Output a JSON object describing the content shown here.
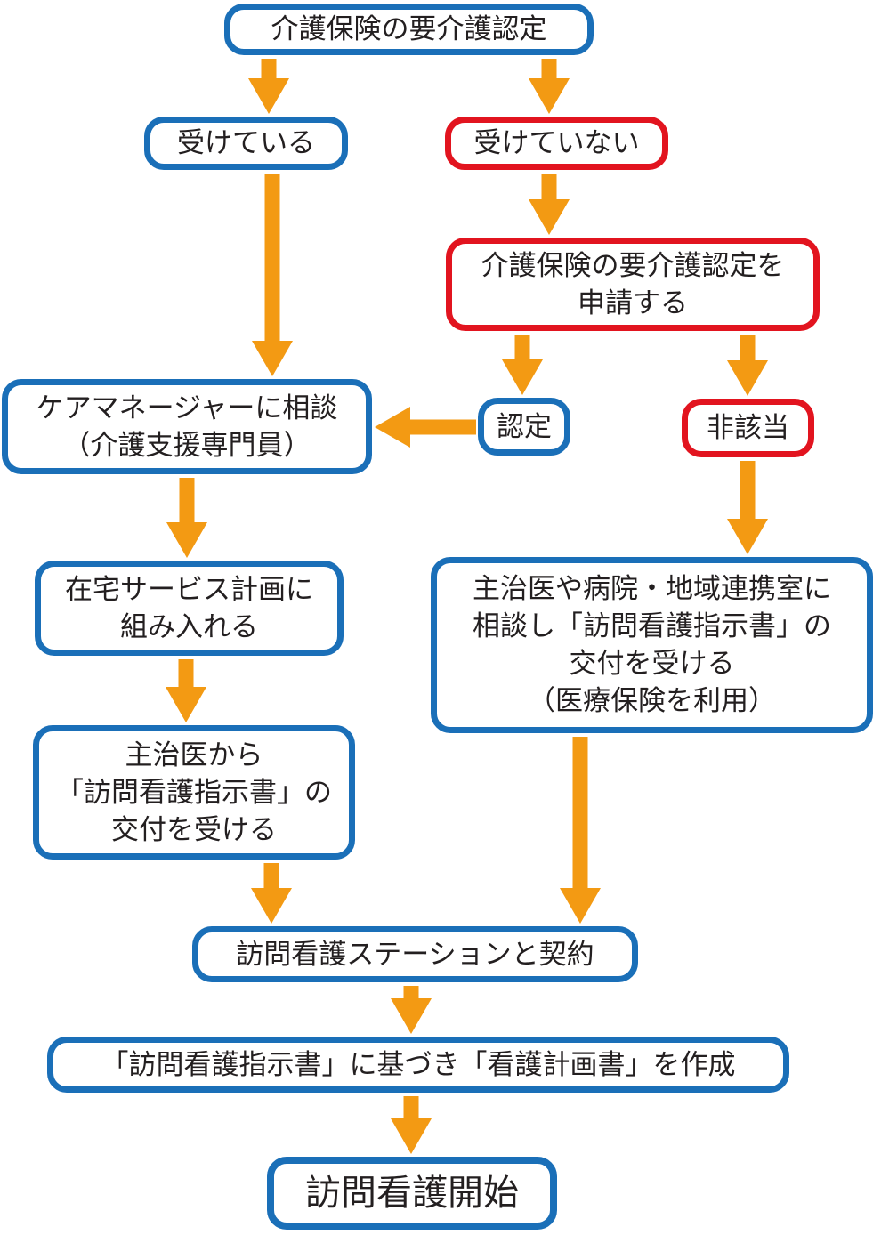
{
  "colors": {
    "blue_border": "#1a6fb8",
    "red_border": "#e2141f",
    "arrow": "#f39a13",
    "text": "#231f20"
  },
  "nodes": {
    "top": "介護保険の要介護認定",
    "receiving": "受けている",
    "not_receiving": "受けていない",
    "apply": "介護保険の要介護認定を\n申請する",
    "certified": "認定",
    "not_applicable": "非該当",
    "care_manager": "ケアマネージャーに相談\n（介護支援専門員）",
    "home_service_plan": "在宅サービス計画に\n組み入れる",
    "doctor_instruction": "主治医から\n「訪問看護指示書」の\n交付を受ける",
    "hospital_consult": "主治医や病院・地域連携室に\n相談し「訪問看護指示書」の\n交付を受ける\n（医療保険を利用）",
    "contract": "訪問看護ステーションと契約",
    "care_plan": "「訪問看護指示書」に基づき「看護計画書」を作成",
    "start": "訪問看護開始"
  }
}
